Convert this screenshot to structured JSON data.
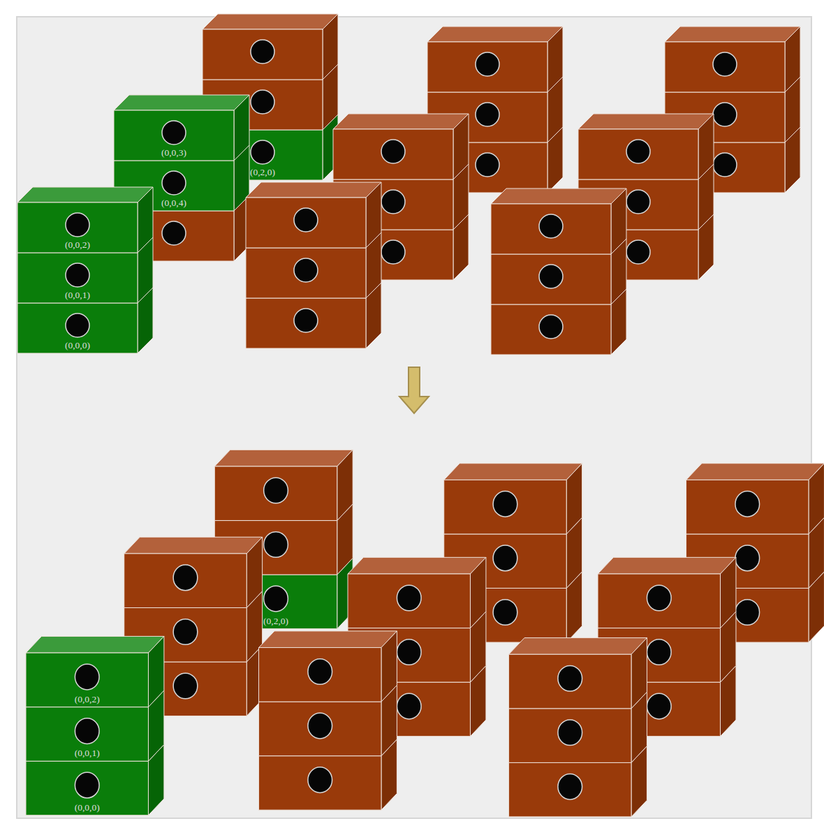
{
  "diagram": {
    "nodes": [
      {
        "text": [
          "(0,0,3)"
        ]
      },
      {
        "text": [
          "(0,2,0)"
        ]
      },
      {
        "text": [
          "(0,0,4)"
        ]
      },
      {
        "text": [
          "(0,0,2)"
        ]
      },
      {
        "text": [
          "(0,0,1)"
        ]
      },
      {
        "text": [
          "(0,0,0)"
        ]
      },
      {
        "text": [
          "(0,2,0)"
        ]
      },
      {
        "text": [
          "(0,0,2)"
        ]
      },
      {
        "text": [
          "(0,0,1)"
        ]
      },
      {
        "text": [
          "(0,0,0)"
        ]
      }
    ]
  }
}
